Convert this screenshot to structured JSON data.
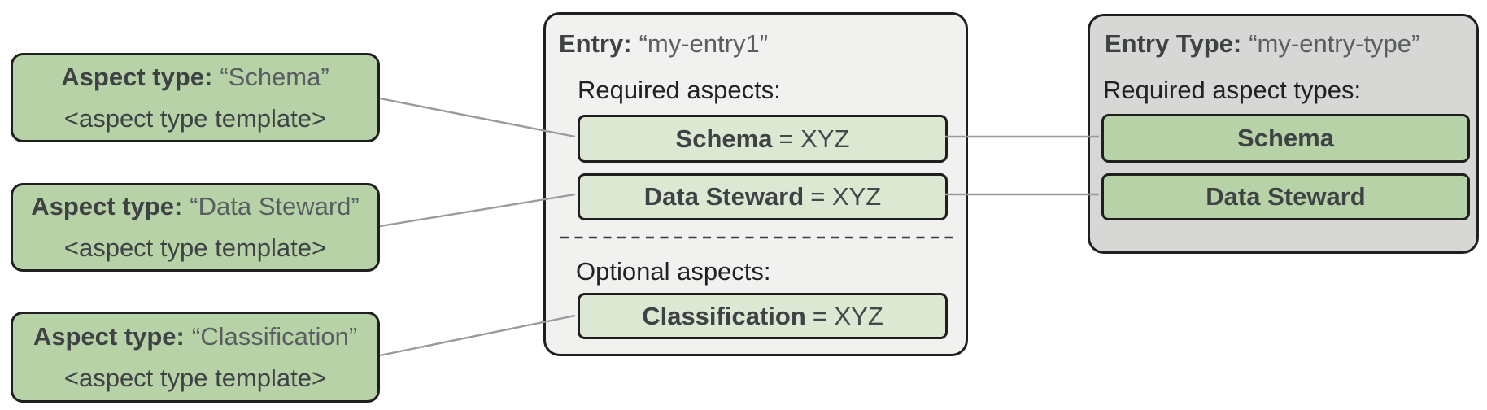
{
  "colors": {
    "green_box": "#b6d2a6",
    "green_box_light": "#dde8d3",
    "entry_bg": "#f1f2ef",
    "entry_type_bg": "#d7d8d5",
    "border": "#1f1f1f",
    "connector": "#9b9b9b",
    "dash": "#3d3d3d",
    "text_dark": "#3f4245",
    "text_quoted": "#5a5e62",
    "heading": "#202124"
  },
  "aspect_types": [
    {
      "label": "Aspect type:",
      "name": "“Schema”",
      "template": "<aspect type template>"
    },
    {
      "label": "Aspect type:",
      "name": "“Data Steward”",
      "template": "<aspect type template>"
    },
    {
      "label": "Aspect type:",
      "name": "“Classification”",
      "template": "<aspect type template>"
    }
  ],
  "entry": {
    "label": "Entry:",
    "name": "“my-entry1”",
    "required_heading": "Required aspects:",
    "required_aspects": [
      {
        "name": "Schema",
        "value": "= XYZ"
      },
      {
        "name": "Data Steward",
        "value": "= XYZ"
      }
    ],
    "optional_heading": "Optional aspects:",
    "optional_aspects": [
      {
        "name": "Classification",
        "value": "= XYZ"
      }
    ]
  },
  "entry_type": {
    "label": "Entry Type:",
    "name": "“my-entry-type”",
    "required_heading": "Required aspect types:",
    "required_aspect_types": [
      {
        "name": "Schema"
      },
      {
        "name": "Data Steward"
      }
    ]
  }
}
